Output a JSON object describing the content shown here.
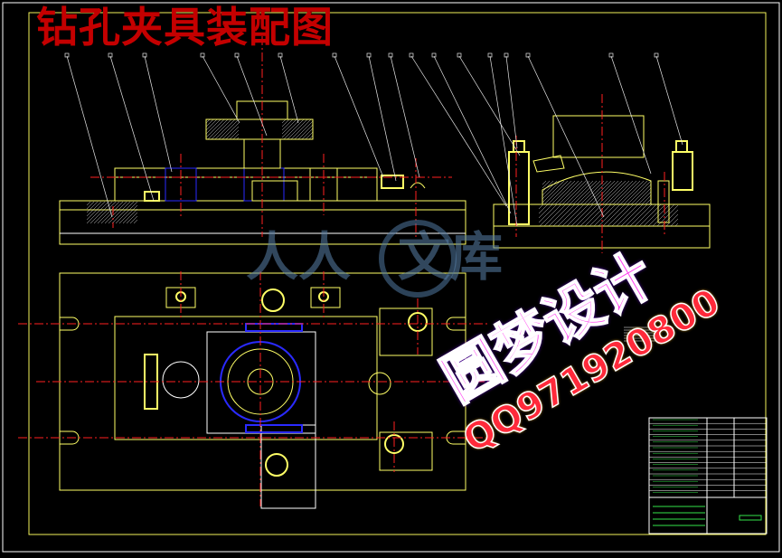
{
  "drawing": {
    "title": "钻孔夹具装配图",
    "colors": {
      "background": "#000000",
      "frame": "#f2f25a",
      "outline": "#ffff66",
      "center": "#ff2020",
      "hatch": "#d0d0d0",
      "white": "#ffffff",
      "leader": "#e8e8e8",
      "blue": "#2a2aff",
      "green": "#34e34a",
      "title_red": "#c40000"
    }
  },
  "watermark": {
    "text": "人人文库",
    "icon": "renren-logo-icon"
  },
  "promo": {
    "brand": "圆梦设计",
    "qq": "QQ971920800"
  }
}
